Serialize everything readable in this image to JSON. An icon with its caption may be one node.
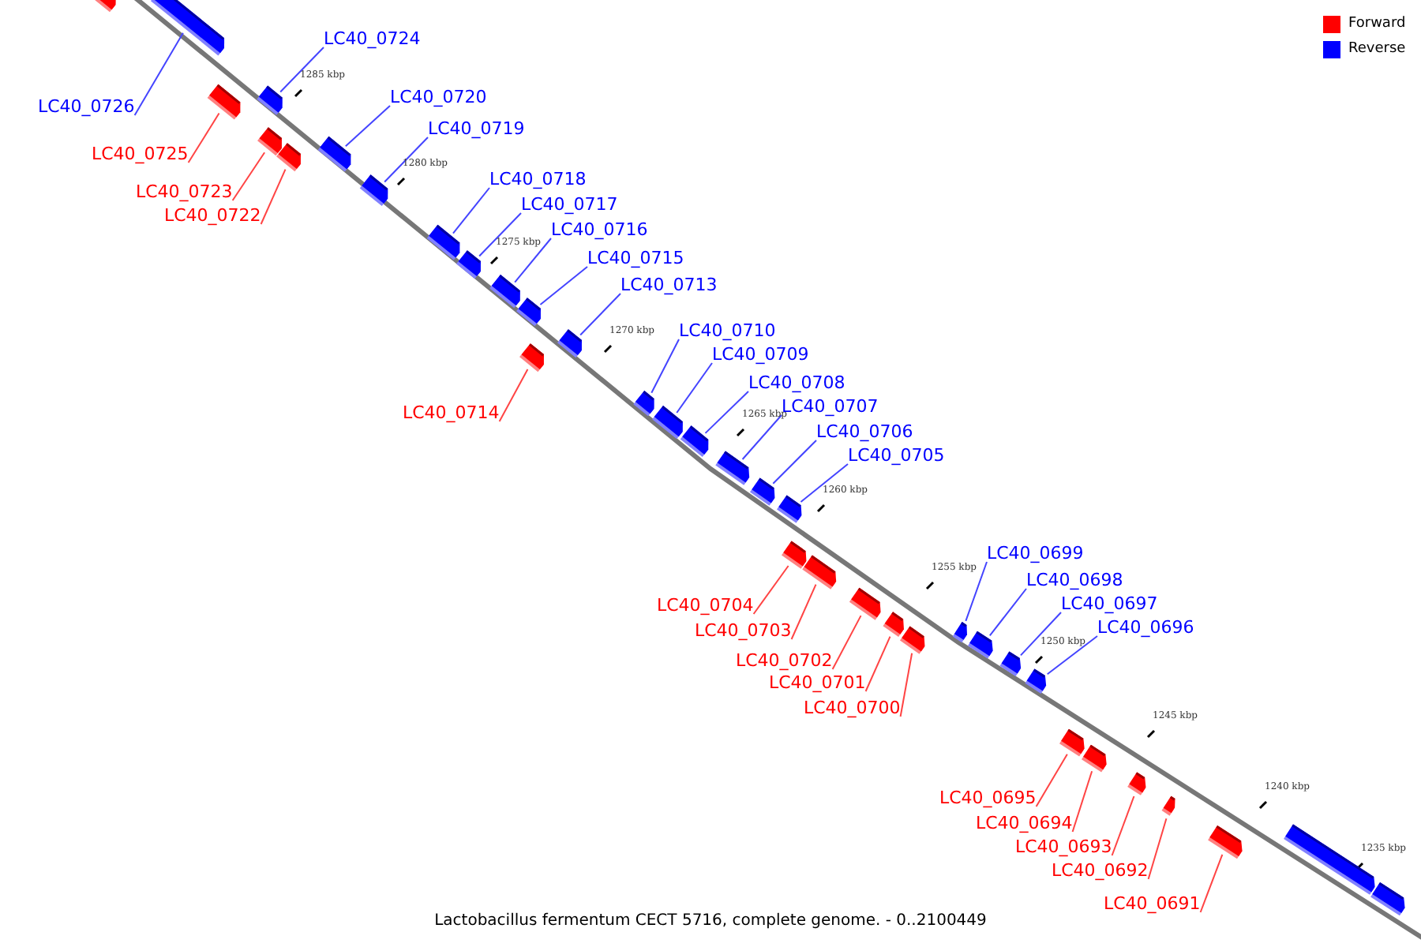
{
  "diagram": {
    "caption": "Lactobacillus fermentum CECT 5716, complete genome. - 0..2100449",
    "nodes": [
      {
        "text": [
          "LC40_0724"
        ]
      },
      {
        "text": [],
        "shape": "box"
      },
      {
        "text": [
          "LC40_0720"
        ]
      },
      {
        "text": [],
        "shape": "box"
      },
      {
        "text": [
          "LC40_0726"
        ]
      },
      {
        "text": [],
        "shape": "box"
      },
      {
        "text": [
          "LC40_0719"
        ]
      },
      {
        "text": [],
        "shape": "box"
      },
      {
        "text": [
          "LC40_0725"
        ]
      },
      {
        "text": [],
        "shape": "box"
      },
      {
        "text": [
          "LC40_0718"
        ]
      },
      {
        "text": [],
        "shape": "box"
      },
      {
        "text": [
          "LC40_0723"
        ]
      },
      {
        "text": [],
        "shape": "box"
      },
      {
        "text": [
          "LC40_0717"
        ]
      },
      {
        "text": [],
        "shape": "box"
      },
      {
        "text": [
          "LC40_0722"
        ]
      },
      {
        "text": [],
        "shape": "box"
      },
      {
        "text": [
          "LC40_0716"
        ]
      },
      {
        "text": [],
        "shape": "box"
      },
      {
        "text": [
          "LC40_0715"
        ]
      },
      {
        "text": [],
        "shape": "box"
      },
      {
        "text": [
          "LC40_0713"
        ]
      },
      {
        "text": [],
        "shape": "box"
      },
      {
        "text": [
          "LC40_0710"
        ]
      },
      {
        "text": [],
        "shape": "box"
      },
      {
        "text": [
          "LC40_0709"
        ]
      },
      {
        "text": [],
        "shape": "box"
      },
      {
        "text": [
          "LC40_0708"
        ]
      },
      {
        "text": [],
        "shape": "box"
      },
      {
        "text": [
          "LC40_0707"
        ]
      },
      {
        "text": [],
        "shape": "box"
      },
      {
        "text": [
          "LC40_0714"
        ]
      },
      {
        "text": [],
        "shape": "box"
      },
      {
        "text": [
          "LC40_0706"
        ]
      },
      {
        "text": [],
        "shape": "box"
      },
      {
        "text": [
          "LC40_0705"
        ]
      },
      {
        "text": [],
        "shape": "box"
      },
      {
        "text": [
          "LC40_0699"
        ]
      },
      {
        "text": [],
        "shape": "box"
      },
      {
        "text": [
          "LC40_0698"
        ]
      },
      {
        "text": [],
        "shape": "box"
      },
      {
        "text": [
          "LC40_0697"
        ]
      },
      {
        "text": [],
        "shape": "box"
      },
      {
        "text": [
          "LC40_0704"
        ]
      },
      {
        "text": [],
        "shape": "box"
      },
      {
        "text": [
          "LC40_0696"
        ]
      },
      {
        "text": [],
        "shape": "box"
      },
      {
        "text": [
          "LC40_0703"
        ]
      },
      {
        "text": [],
        "shape": "box"
      },
      {
        "text": [
          "LC40_0702"
        ]
      },
      {
        "text": [],
        "shape": "box"
      },
      {
        "text": [
          "LC40_0701"
        ]
      },
      {
        "text": [],
        "shape": "box"
      },
      {
        "text": [
          "LC40_0700"
        ]
      },
      {
        "text": [],
        "shape": "box"
      },
      {
        "text": [
          "LC40_0695"
        ]
      },
      {
        "text": [],
        "shape": "box"
      },
      {
        "text": [
          "LC40_0694"
        ]
      },
      {
        "text": [],
        "shape": "box"
      },
      {
        "text": [
          "LC40_0693"
        ]
      },
      {
        "text": [],
        "shape": "box"
      },
      {
        "text": [
          "LC40_0692"
        ]
      },
      {
        "text": [],
        "shape": "box"
      },
      {
        "text": [
          "LC40_0691"
        ]
      },
      {
        "text": [],
        "shape": "box"
      },
      {
        "text": [],
        "shape": "box"
      },
      {
        "text": [],
        "shape": "box"
      },
      {
        "text": [],
        "shape": "box"
      }
    ],
    "edges": [
      {
        "from": 0,
        "to": 1,
        "arrow": "none"
      },
      {
        "from": 2,
        "to": 3,
        "arrow": "none"
      },
      {
        "from": 4,
        "to": 5,
        "arrow": "none"
      },
      {
        "from": 6,
        "to": 7,
        "arrow": "none"
      },
      {
        "from": 8,
        "to": 9,
        "arrow": "none",
        "color": "#ff4444"
      },
      {
        "from": 10,
        "to": 11,
        "arrow": "none"
      },
      {
        "from": 12,
        "to": 13,
        "arrow": "none",
        "color": "#ff4444"
      },
      {
        "from": 14,
        "to": 15,
        "arrow": "none"
      },
      {
        "from": 16,
        "to": 17,
        "arrow": "none",
        "color": "#ff4444"
      },
      {
        "from": 18,
        "to": 19,
        "arrow": "none"
      },
      {
        "from": 20,
        "to": 21,
        "arrow": "none"
      },
      {
        "from": 22,
        "to": 23,
        "arrow": "none"
      },
      {
        "from": 24,
        "to": 25,
        "arrow": "none"
      },
      {
        "from": 26,
        "to": 27,
        "arrow": "none"
      },
      {
        "from": 28,
        "to": 29,
        "arrow": "none"
      },
      {
        "from": 30,
        "to": 31,
        "arrow": "none"
      },
      {
        "from": 32,
        "to": 33,
        "arrow": "none",
        "color": "#ff4444"
      },
      {
        "from": 34,
        "to": 35,
        "arrow": "none"
      },
      {
        "from": 36,
        "to": 37,
        "arrow": "none"
      },
      {
        "from": 38,
        "to": 39,
        "arrow": "none"
      },
      {
        "from": 40,
        "to": 41,
        "arrow": "none"
      },
      {
        "from": 42,
        "to": 43,
        "arrow": "none"
      },
      {
        "from": 44,
        "to": 45,
        "arrow": "none",
        "color": "#ff4444"
      },
      {
        "from": 46,
        "to": 47,
        "arrow": "none"
      },
      {
        "from": 48,
        "to": 49,
        "arrow": "none",
        "color": "#ff4444"
      },
      {
        "from": 50,
        "to": 51,
        "arrow": "none",
        "color": "#ff4444"
      },
      {
        "from": 52,
        "to": 53,
        "arrow": "none",
        "color": "#ff4444"
      },
      {
        "from": 54,
        "to": 55,
        "arrow": "none",
        "color": "#ff4444"
      },
      {
        "from": 56,
        "to": 57,
        "arrow": "none",
        "color": "#ff4444"
      },
      {
        "from": 58,
        "to": 59,
        "arrow": "none",
        "color": "#ff4444"
      },
      {
        "from": 60,
        "to": 61,
        "arrow": "none",
        "color": "#ff4444"
      },
      {
        "from": 62,
        "to": 63,
        "arrow": "none",
        "color": "#ff4444"
      },
      {
        "from": 64,
        "to": 65,
        "arrow": "none",
        "color": "#ff4444"
      }
    ],
    "labels": [
      "1285 kbp",
      "1280 kbp",
      "1275 kbp",
      "1270 kbp",
      "1265 kbp",
      "1260 kbp",
      "1255 kbp",
      "1250 kbp",
      "1245 kbp",
      "1240 kbp",
      "1235 kbp"
    ],
    "legend": [
      {
        "text": "Forward",
        "color": "#ff0000"
      },
      {
        "text": "Reverse",
        "color": "#0000ff"
      }
    ]
  }
}
